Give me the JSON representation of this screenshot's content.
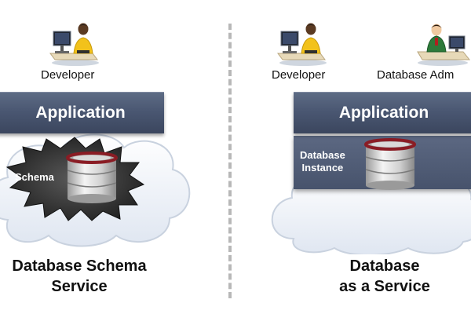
{
  "left": {
    "developer_label": "Developer",
    "application_label": "Application",
    "schema_label": "Schema",
    "caption_line1": "Database Schema",
    "caption_line2": "Service"
  },
  "right": {
    "developer_label": "Developer",
    "admin_label": "Database Adm",
    "application_label": "Application",
    "instance_label_line1": "Database",
    "instance_label_line2": "Instance",
    "caption_line1": "Database",
    "caption_line2": "as a Service"
  },
  "colors": {
    "bar": "#4a5772",
    "cloud": "#eef2f8",
    "db_top": "#8a1c24",
    "divider": "#b8b8b8"
  },
  "icons": {
    "developer": "developer-at-desk-icon",
    "admin": "admin-at-desk-icon",
    "database": "database-cylinder-icon"
  }
}
